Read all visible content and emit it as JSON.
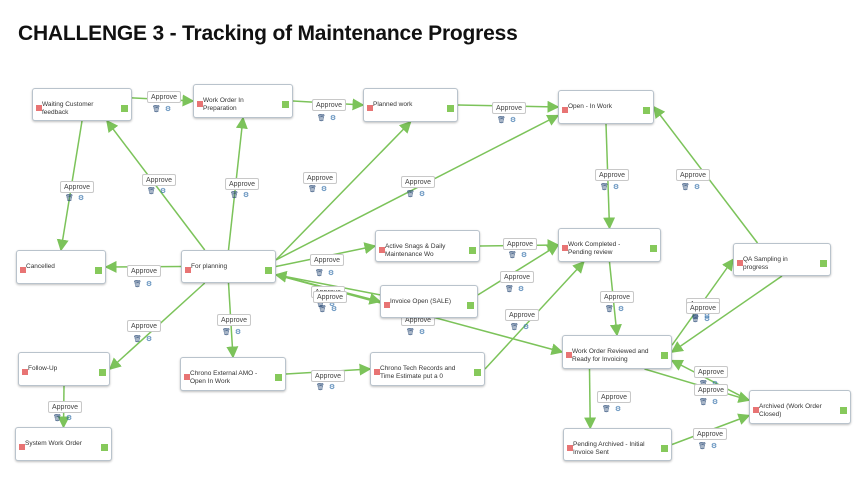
{
  "title": "CHALLENGE 3 - Tracking of Maintenance Progress",
  "icons": {
    "delete": "trash-icon",
    "settings": "gears-icon"
  },
  "colors": {
    "edge": "#7cc35a",
    "port_in": "#e87474",
    "port_out": "#86c95b"
  },
  "nodes": [
    {
      "id": "waiting",
      "label": "Waiting Customer feedback"
    },
    {
      "id": "wo_prep",
      "label": "Work Order In Preparation"
    },
    {
      "id": "planned",
      "label": "Planned work"
    },
    {
      "id": "open_work",
      "label": "Open - In Work"
    },
    {
      "id": "cancelled",
      "label": "Cancelled"
    },
    {
      "id": "for_planning",
      "label": "For planning"
    },
    {
      "id": "active_snags",
      "label": "Active Snags & Daily Maintenance Wo"
    },
    {
      "id": "completed",
      "label": "Work Completed - Pending review"
    },
    {
      "id": "qa",
      "label": "QA Sampling in progress"
    },
    {
      "id": "invoice_open",
      "label": "Invoice Open (SALE)"
    },
    {
      "id": "follow_up",
      "label": "Follow-Up"
    },
    {
      "id": "chrono_amo",
      "label": "Chrono External AMO - Open In Work"
    },
    {
      "id": "chrono_tech",
      "label": "Chrono Tech Records and Time Estimate put a 0"
    },
    {
      "id": "wo_reviewed",
      "label": "Work Order Reviewed and Ready for Invoicing"
    },
    {
      "id": "archived",
      "label": "Archived (Work Order Closed)"
    },
    {
      "id": "system_wo",
      "label": "System Work Order"
    },
    {
      "id": "pending_archived",
      "label": "Pending Archived - Initial Invoice Sent"
    }
  ],
  "transitions": [
    {
      "label": "Approve"
    },
    {
      "label": "Approve"
    },
    {
      "label": "Approve"
    },
    {
      "label": "Approve"
    },
    {
      "label": "Approve"
    },
    {
      "label": "Approve"
    },
    {
      "label": "Approve"
    },
    {
      "label": "Approve"
    },
    {
      "label": "Approve"
    },
    {
      "label": "Approve"
    },
    {
      "label": "Approve"
    },
    {
      "label": "Approve"
    },
    {
      "label": "Approve"
    },
    {
      "label": "Approve"
    },
    {
      "label": "Approve"
    },
    {
      "label": "Approve"
    },
    {
      "label": "Approve"
    },
    {
      "label": "Approve"
    },
    {
      "label": "Approve"
    },
    {
      "label": "Approve"
    },
    {
      "label": "Approve"
    },
    {
      "label": "Approve"
    },
    {
      "label": "Approve"
    },
    {
      "label": "Approve"
    },
    {
      "label": "Approve"
    },
    {
      "label": "Approve"
    },
    {
      "label": "Approve"
    },
    {
      "label": "Approve"
    }
  ]
}
